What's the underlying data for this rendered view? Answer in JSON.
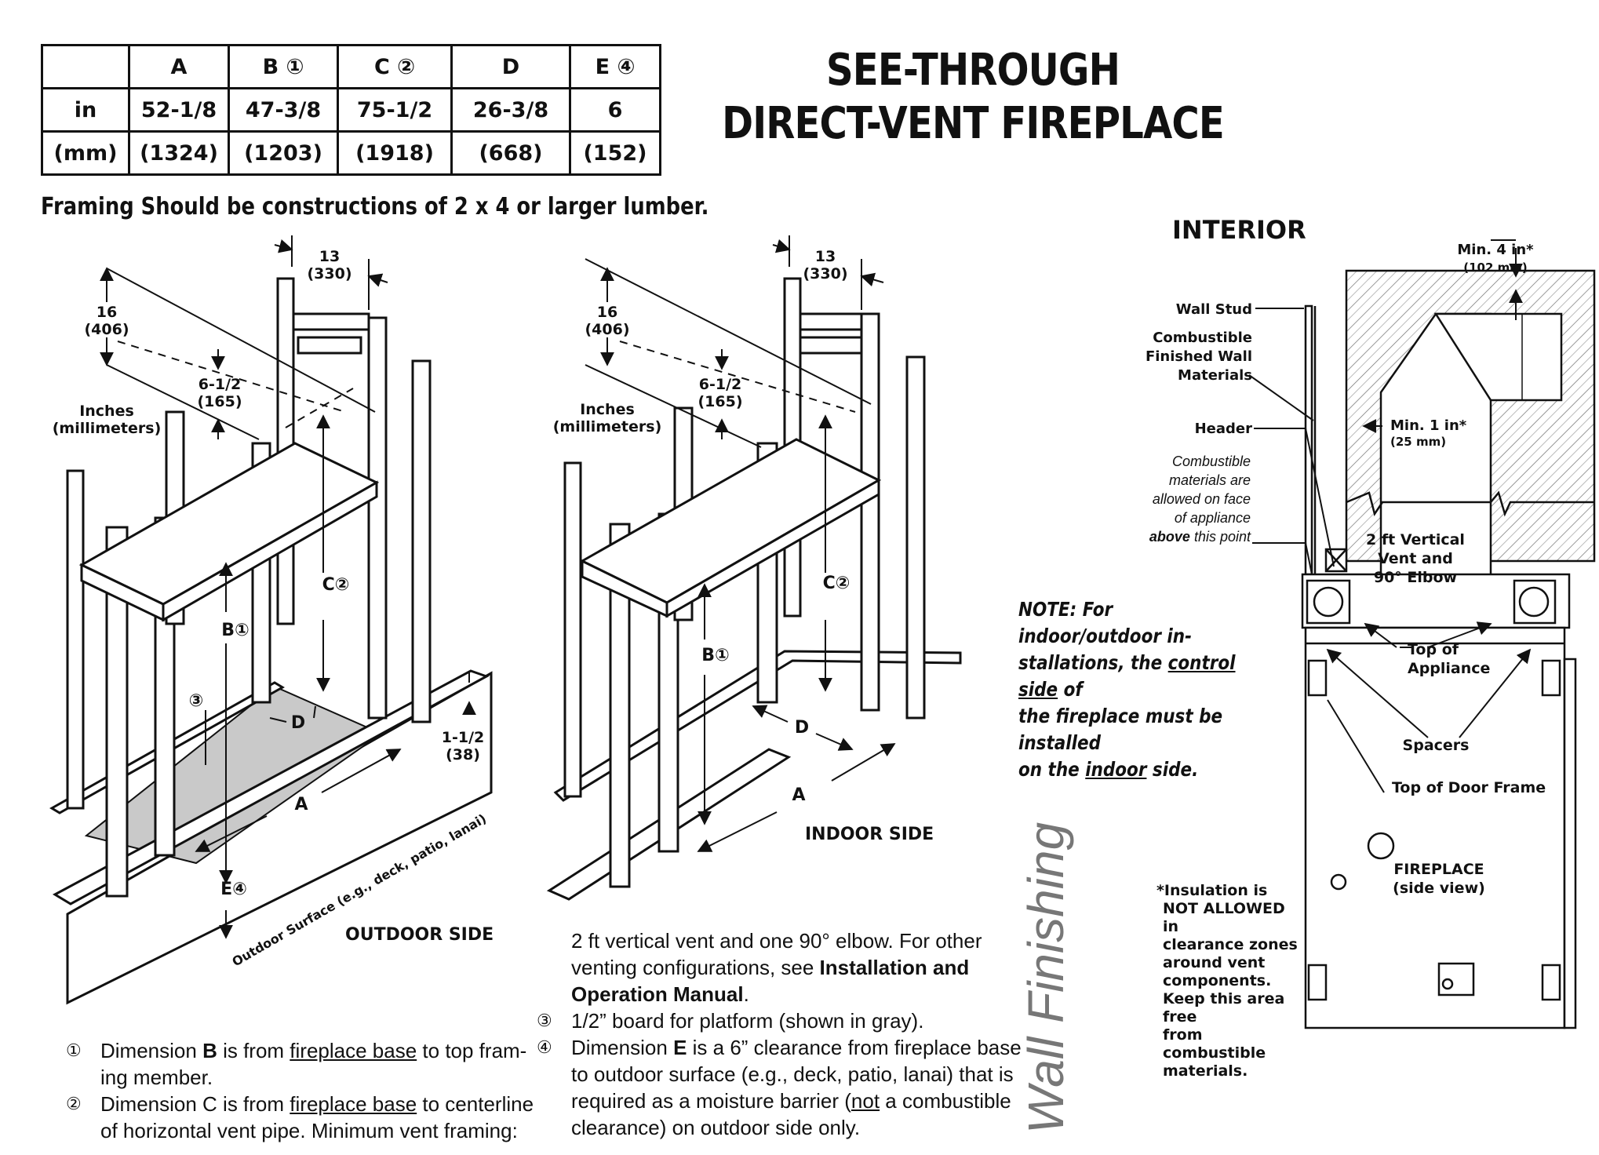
{
  "title": {
    "line1": "SEE-THROUGH",
    "line2": "DIRECT-VENT FIREPLACE"
  },
  "table": {
    "headers": [
      "",
      "A",
      "B ①",
      "C ②",
      "D",
      "E ④"
    ],
    "rows": [
      [
        "in",
        "52-1/8",
        "47-3/8",
        "75-1/2",
        "26-3/8",
        "6"
      ],
      [
        "(mm)",
        "(1324)",
        "(1203)",
        "(1918)",
        "(668)",
        "(152)"
      ]
    ]
  },
  "framing_note": "Framing Should be constructions of 2 x 4 or larger lumber.",
  "outdoor": {
    "dim_13": "13",
    "dim_13_mm": "(330)",
    "dim_16": "16",
    "dim_16_mm": "(406)",
    "dim_6half": "6-1/2",
    "dim_6half_mm": "(165)",
    "units_1": "Inches",
    "units_2": "(millimeters)",
    "label_b": "B①",
    "label_c": "C②",
    "label_d": "D",
    "label_a": "A",
    "label_e": "E④",
    "label_3": "③",
    "dim_1half": "1-1/2",
    "dim_1half_mm": "(38)",
    "surface": "Outdoor Surface (e.g., deck, patio, lanai)",
    "side": "OUTDOOR SIDE"
  },
  "indoor": {
    "dim_13": "13",
    "dim_13_mm": "(330)",
    "dim_16": "16",
    "dim_16_mm": "(406)",
    "dim_6half": "6-1/2",
    "dim_6half_mm": "(165)",
    "units_1": "Inches",
    "units_2": "(millimeters)",
    "label_b": "B①",
    "label_c": "C②",
    "label_d": "D",
    "label_a": "A",
    "side": "INDOOR SIDE"
  },
  "footnotes": {
    "f1_num": "①",
    "f1_line1_pre": "Dimension ",
    "f1_bold": "B",
    "f1_line1_mid": " is from ",
    "f1_underline": "fireplace base",
    "f1_line1_post": " to top fram-",
    "f1_line2": "ing member.",
    "f2_num": "②",
    "f2_line1_pre": "Dimension C is from ",
    "f2_underline": "fireplace base",
    "f2_line1_post": " to centerline",
    "f2_line2": "of horizontal vent pipe. Minimum vent framing:",
    "f2_cont_line1": "2 ft vertical vent and one 90° elbow. For other",
    "f2_cont_line2_pre": "venting configurations, see ",
    "f2_cont_bold1": "Installation and",
    "f2_cont_bold2": "Operation Manual",
    "f2_cont_line3_post": ".",
    "f3_num": "③",
    "f3_text": "1/2” board for platform (shown in gray).",
    "f4_num": "④",
    "f4_line1_pre": "Dimension ",
    "f4_bold": "E",
    "f4_line1_post": " is a 6” clearance from fireplace base",
    "f4_line2": "to outdoor surface (e.g., deck, patio, lanai) that is",
    "f4_line3_pre": "required as a moisture barrier  (",
    "f4_underline": "not",
    "f4_line3_post": " a combustible",
    "f4_line4": "clearance) on outdoor side only."
  },
  "note_indoor": {
    "l1": "NOTE:  For indoor/outdoor in-",
    "l2_pre": "stallations, the ",
    "l2_u": "control side",
    "l2_post": " of",
    "l3": "the fireplace must be installed",
    "l4_pre": "on the ",
    "l4_u": "indoor",
    "l4_post": " side."
  },
  "interior": {
    "heading": "INTERIOR",
    "min4": "Min. 4 in*",
    "min4_mm": "(102 mm)",
    "wall_stud": "Wall Stud",
    "comb1": "Combustible",
    "comb2": "Finished Wall",
    "comb3": "Materials",
    "header": "Header",
    "min1": "Min. 1 in*",
    "min1_mm": "(25 mm)",
    "cm1": "Combustible",
    "cm2": "materials are",
    "cm3": "allowed on face",
    "cm4": "of appliance",
    "cm5_bold": "above",
    "cm5_rest": " this point",
    "vent1": "2 ft Vertical",
    "vent2": "Vent and",
    "vent3": "90° Elbow",
    "top_app1": "Top of",
    "top_app2": "Appliance",
    "spacers": "Spacers",
    "top_door": "Top of Door Frame",
    "fp1": "FIREPLACE",
    "fp2": "(side view)",
    "insul1": "*Insulation is",
    "insul2": "NOT ALLOWED in",
    "insul3": "clearance zones",
    "insul4": "around vent",
    "insul5": "components.",
    "insul6": "Keep this area free",
    "insul7": "from combustible",
    "insul8": "materials."
  },
  "side_title": "Wall Finishing"
}
